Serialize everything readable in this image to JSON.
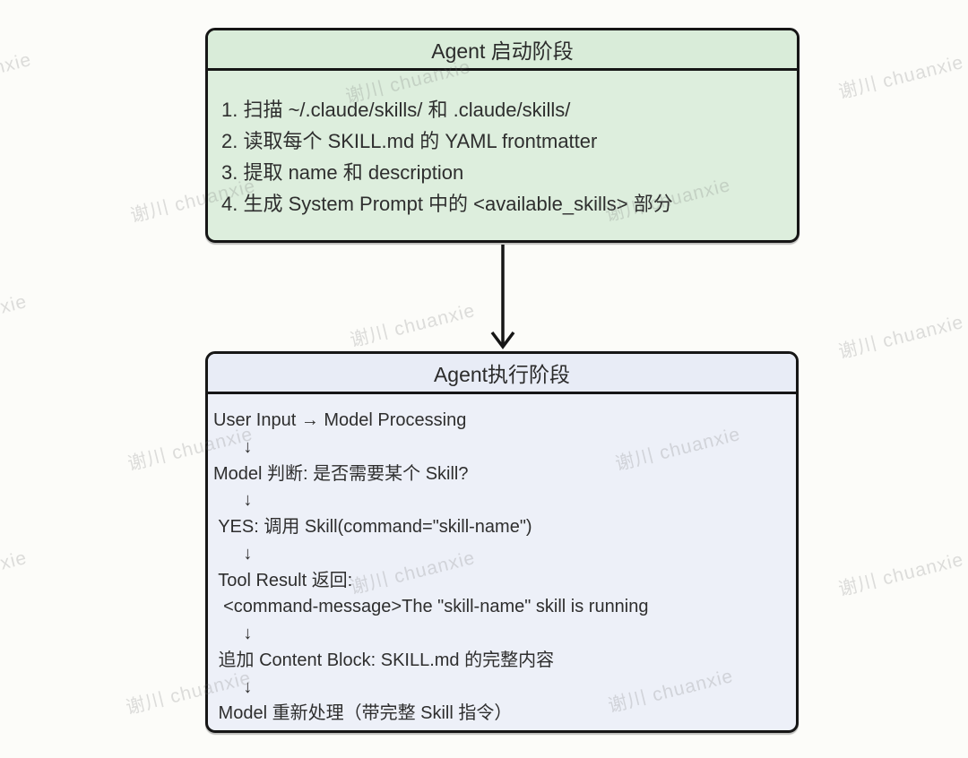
{
  "page": {
    "background_color": "#fcfcf9",
    "border_color": "#161616",
    "text_color": "#2e2e2e"
  },
  "watermark": {
    "text": "谢川 chuanxie",
    "color": "rgba(110,110,110,0.22)"
  },
  "diagram": {
    "startup_box": {
      "title": "Agent 启动阶段",
      "fill_color": "#ddeedd",
      "lines": [
        "1. 扫描 ~/.claude/skills/ 和 .claude/skills/",
        "2. 读取每个 SKILL.md 的 YAML frontmatter",
        "3. 提取 name 和 description",
        "4. 生成 System Prompt 中的 <available_skills> 部分"
      ]
    },
    "connector": {
      "type": "arrow-down"
    },
    "execution_box": {
      "title": "Agent执行阶段",
      "fill_color": "#edf0f8",
      "lines": [
        "User Input → Model Processing",
        "      ↓",
        "Model 判断: 是否需要某个 Skill?",
        "      ↓",
        " YES: 调用 Skill(command=\"skill-name\")",
        "      ↓",
        " Tool Result 返回:",
        "  <command-message>The \"skill-name\" skill is running",
        "      ↓",
        " 追加 Content Block: SKILL.md 的完整内容",
        "      ↓",
        " Model 重新处理（带完整 Skill 指令）"
      ]
    }
  }
}
